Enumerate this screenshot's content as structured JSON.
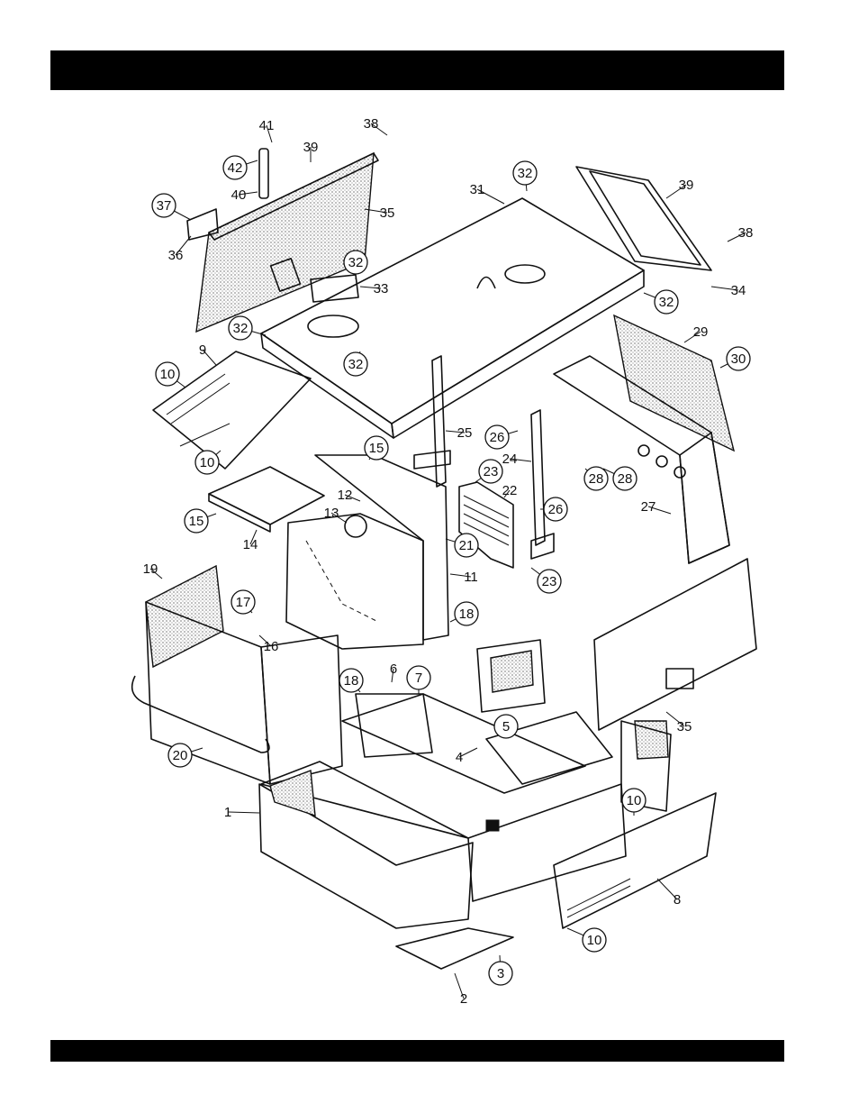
{
  "callouts": [
    {
      "label": "41",
      "circled": false
    },
    {
      "label": "38",
      "circled": false
    },
    {
      "label": "39",
      "circled": false
    },
    {
      "label": "42",
      "circled": true
    },
    {
      "label": "40",
      "circled": false
    },
    {
      "label": "37",
      "circled": true
    },
    {
      "label": "36",
      "circled": false
    },
    {
      "label": "35",
      "circled": false
    },
    {
      "label": "31",
      "circled": false
    },
    {
      "label": "32",
      "circled": true
    },
    {
      "label": "32",
      "circled": true
    },
    {
      "label": "33",
      "circled": false
    },
    {
      "label": "32",
      "circled": true
    },
    {
      "label": "32",
      "circled": true
    },
    {
      "label": "32",
      "circled": true
    },
    {
      "label": "39",
      "circled": false
    },
    {
      "label": "38",
      "circled": false
    },
    {
      "label": "34",
      "circled": false
    },
    {
      "label": "29",
      "circled": false
    },
    {
      "label": "30",
      "circled": true
    },
    {
      "label": "9",
      "circled": false
    },
    {
      "label": "10",
      "circled": true
    },
    {
      "label": "10",
      "circled": true
    },
    {
      "label": "25",
      "circled": false
    },
    {
      "label": "26",
      "circled": true
    },
    {
      "label": "24",
      "circled": false
    },
    {
      "label": "28",
      "circled": true
    },
    {
      "label": "28",
      "circled": true
    },
    {
      "label": "26",
      "circled": true
    },
    {
      "label": "27",
      "circled": false
    },
    {
      "label": "15",
      "circled": true
    },
    {
      "label": "15",
      "circled": true
    },
    {
      "label": "12",
      "circled": false
    },
    {
      "label": "13",
      "circled": false
    },
    {
      "label": "14",
      "circled": false
    },
    {
      "label": "23",
      "circled": true
    },
    {
      "label": "22",
      "circled": false
    },
    {
      "label": "21",
      "circled": true
    },
    {
      "label": "11",
      "circled": false
    },
    {
      "label": "23",
      "circled": true
    },
    {
      "label": "19",
      "circled": false
    },
    {
      "label": "17",
      "circled": true
    },
    {
      "label": "16",
      "circled": false
    },
    {
      "label": "18",
      "circled": true
    },
    {
      "label": "18",
      "circled": true
    },
    {
      "label": "6",
      "circled": false
    },
    {
      "label": "7",
      "circled": true
    },
    {
      "label": "5",
      "circled": true
    },
    {
      "label": "4",
      "circled": false
    },
    {
      "label": "35",
      "circled": false
    },
    {
      "label": "20",
      "circled": true
    },
    {
      "label": "1",
      "circled": false
    },
    {
      "label": "10",
      "circled": true
    },
    {
      "label": "8",
      "circled": false
    },
    {
      "label": "10",
      "circled": true
    },
    {
      "label": "3",
      "circled": true
    },
    {
      "label": "2",
      "circled": false
    }
  ]
}
